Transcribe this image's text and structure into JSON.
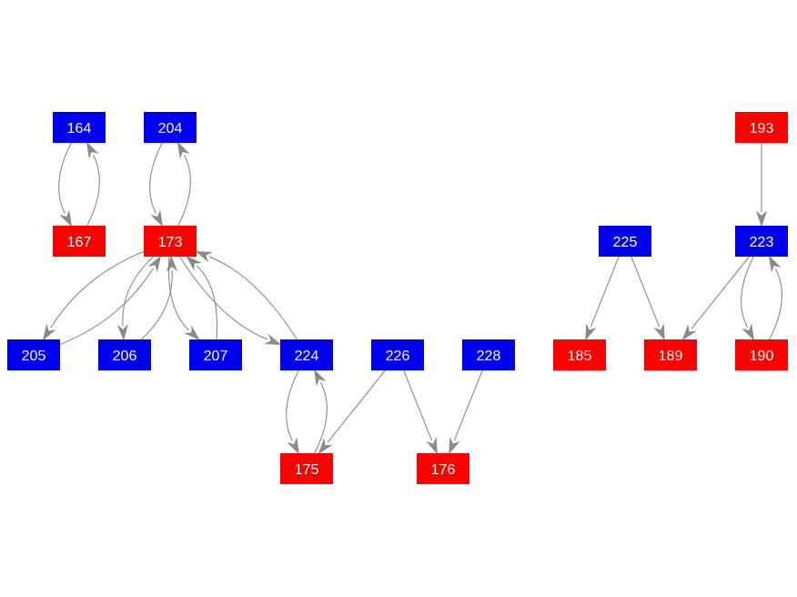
{
  "graph": {
    "colors": {
      "blue": "#0000ee",
      "red": "#ff0000",
      "edge": "#8a8a8a",
      "label": "#ffffff"
    },
    "nodes": [
      {
        "id": "164",
        "label": "164",
        "color": "blue"
      },
      {
        "id": "204",
        "label": "204",
        "color": "blue"
      },
      {
        "id": "193",
        "label": "193",
        "color": "red"
      },
      {
        "id": "167",
        "label": "167",
        "color": "red"
      },
      {
        "id": "173",
        "label": "173",
        "color": "red"
      },
      {
        "id": "225",
        "label": "225",
        "color": "blue"
      },
      {
        "id": "223",
        "label": "223",
        "color": "blue"
      },
      {
        "id": "205",
        "label": "205",
        "color": "blue"
      },
      {
        "id": "206",
        "label": "206",
        "color": "blue"
      },
      {
        "id": "207",
        "label": "207",
        "color": "blue"
      },
      {
        "id": "224",
        "label": "224",
        "color": "blue"
      },
      {
        "id": "226",
        "label": "226",
        "color": "blue"
      },
      {
        "id": "228",
        "label": "228",
        "color": "blue"
      },
      {
        "id": "185",
        "label": "185",
        "color": "red"
      },
      {
        "id": "189",
        "label": "189",
        "color": "red"
      },
      {
        "id": "190",
        "label": "190",
        "color": "red"
      },
      {
        "id": "175",
        "label": "175",
        "color": "red"
      },
      {
        "id": "176",
        "label": "176",
        "color": "red"
      }
    ],
    "edges": [
      {
        "from": "164",
        "to": "167"
      },
      {
        "from": "167",
        "to": "164"
      },
      {
        "from": "204",
        "to": "173"
      },
      {
        "from": "173",
        "to": "204"
      },
      {
        "from": "193",
        "to": "223"
      },
      {
        "from": "173",
        "to": "205"
      },
      {
        "from": "205",
        "to": "173"
      },
      {
        "from": "173",
        "to": "206"
      },
      {
        "from": "206",
        "to": "173"
      },
      {
        "from": "173",
        "to": "207"
      },
      {
        "from": "207",
        "to": "173"
      },
      {
        "from": "173",
        "to": "224"
      },
      {
        "from": "224",
        "to": "173"
      },
      {
        "from": "224",
        "to": "175"
      },
      {
        "from": "175",
        "to": "224"
      },
      {
        "from": "226",
        "to": "175"
      },
      {
        "from": "226",
        "to": "176"
      },
      {
        "from": "228",
        "to": "176"
      },
      {
        "from": "225",
        "to": "185"
      },
      {
        "from": "225",
        "to": "189"
      },
      {
        "from": "223",
        "to": "189"
      },
      {
        "from": "223",
        "to": "190"
      },
      {
        "from": "190",
        "to": "223"
      }
    ]
  }
}
